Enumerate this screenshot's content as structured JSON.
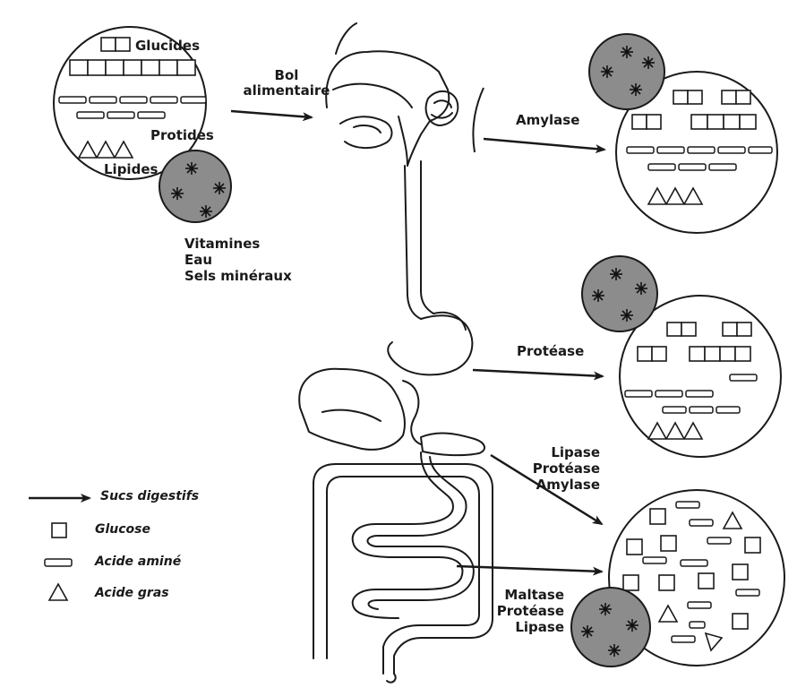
{
  "intake": {
    "glucides": "Glucides",
    "protides": "Protides",
    "lipides": "Lipides",
    "micronutrients": [
      "Vitamines",
      "Eau",
      "Sels minéraux"
    ]
  },
  "bol_alimentaire": [
    "Bol",
    "alimentaire"
  ],
  "enzymes": {
    "mouth": "Amylase",
    "stomach": "Protéase",
    "pancreas": [
      "Lipase",
      "Protéase",
      "Amylase"
    ],
    "intestine": [
      "Maltase",
      "Protéase",
      "Lipase"
    ]
  },
  "legend": {
    "sucs": "Sucs digestifs",
    "glucose": "Glucose",
    "acide_amine": "Acide aminé",
    "acide_gras": "Acide gras"
  },
  "colors": {
    "ink": "#1a1a1a",
    "vitamin_fill": "#8c8c8c",
    "paper": "#ffffff"
  }
}
